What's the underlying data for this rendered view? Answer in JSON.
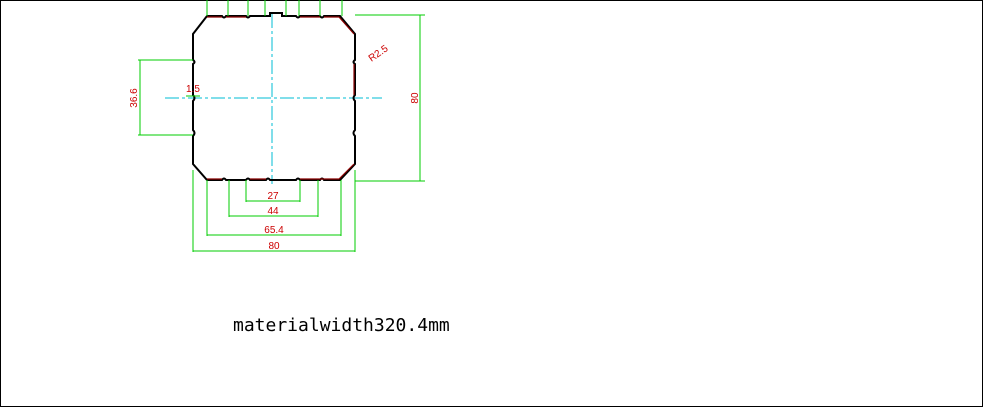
{
  "colors": {
    "background": "#ffffff",
    "frame": "#000000",
    "outline": "#000000",
    "outline_accent": "#8b0000",
    "dimension_lines": "#00cc00",
    "dimension_text": "#cc0000",
    "center_lines": "#00bcd4",
    "note": "#000000"
  },
  "dimensions": {
    "width_total": "80",
    "width_outer_grooves": "65.4",
    "width_inner_grooves": "44",
    "width_center": "27",
    "height_total": "80",
    "side_groove_spacing": "36.6",
    "groove_depth": "1.5",
    "corner_radius": "R2.5"
  },
  "note": {
    "material_width": "materialwidth320.4mm"
  }
}
